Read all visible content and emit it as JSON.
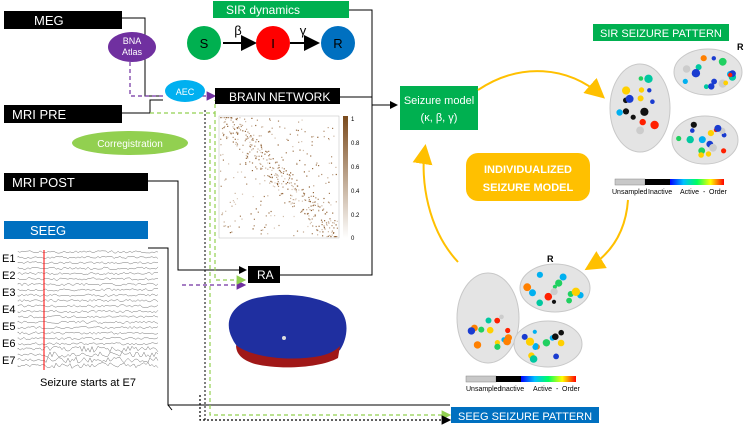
{
  "inputs": {
    "meg": "MEG",
    "mri_pre": "MRI PRE",
    "mri_post": "MRI POST",
    "seeg": "SEEG"
  },
  "bna_atlas": [
    "BNA",
    "Atlas"
  ],
  "aec": "AEC",
  "coregistration": "Corregistration",
  "sir": {
    "title": "SIR dynamics",
    "nodes": [
      "S",
      "I",
      "R"
    ],
    "rates": [
      "β",
      "γ"
    ]
  },
  "brain_network": {
    "title": "BRAIN NETWORK",
    "colorbar_ticks": [
      "1",
      "0.8",
      "0.6",
      "0.4",
      "0.2",
      "0"
    ]
  },
  "ra": "RA",
  "seizure_model": {
    "line1": "Seizure model",
    "line2": "(κ, β, γ)"
  },
  "individualized": [
    "INDIVIDUALIZED",
    "SEIZURE MODEL"
  ],
  "sir_pattern": {
    "title": "SIR SEIZURE PATTERN",
    "side": "R",
    "legend": [
      "Unsampled",
      "Inactive",
      "Active",
      "-",
      "Order"
    ]
  },
  "seeg_pattern": {
    "title": "SEEG SEIZURE PATTERN",
    "side": "R",
    "legend": [
      "Unsampled",
      "Inactive",
      "Active",
      "-",
      "Order"
    ]
  },
  "seeg_channels": [
    "E1",
    "E2",
    "E3",
    "E4",
    "E5",
    "E6",
    "E7"
  ],
  "seizure_onset": "Seizure starts at E7",
  "colors": {
    "black_label": "#000000",
    "green_label": "#00b050",
    "blue_label": "#0070c0",
    "purple": "#7030a0",
    "aec_blue": "#00b0f0",
    "coreg_green": "#92d050",
    "gold": "#ffc000",
    "susceptible": "#00b050",
    "infected": "#ff0000",
    "recovered": "#0070c0",
    "matrix": "#8b5a2b",
    "brain_blue": "#1f2fa0",
    "brain_red": "#a01818"
  }
}
